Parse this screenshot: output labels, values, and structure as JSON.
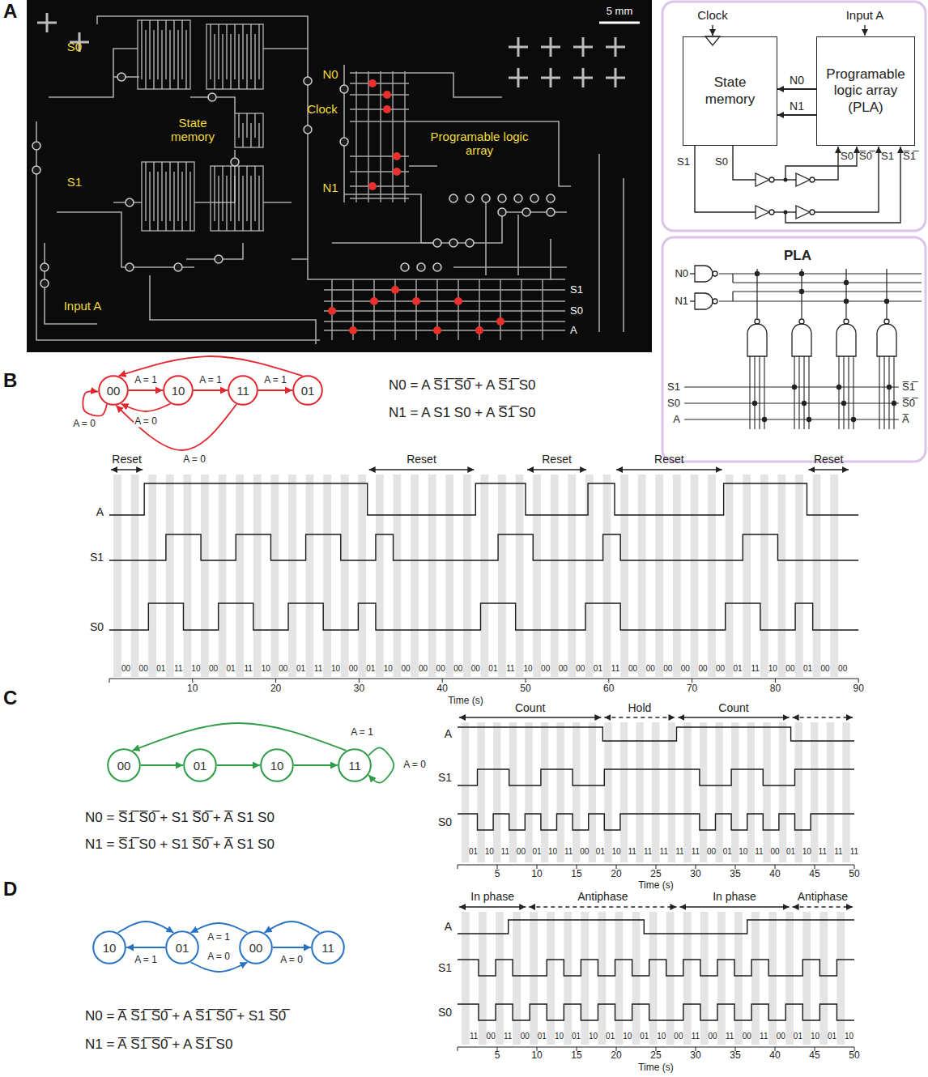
{
  "diagram": {
    "nodes": [
      {
        "text": [
          "State memory"
        ]
      },
      {
        "text": [
          "Programable logic array (PLA)"
        ]
      },
      {
        "text": [
          "00"
        ]
      },
      {
        "text": [
          "10"
        ]
      },
      {
        "text": [
          "11"
        ]
      },
      {
        "text": [
          "01"
        ]
      },
      {
        "text": [
          "00"
        ]
      },
      {
        "text": [
          "01"
        ]
      },
      {
        "text": [
          "10"
        ]
      },
      {
        "text": [
          "11"
        ]
      },
      {
        "text": [
          "10"
        ]
      },
      {
        "text": [
          "01"
        ]
      },
      {
        "text": [
          "00"
        ]
      },
      {
        "text": [
          "11"
        ]
      }
    ],
    "edges": [
      {
        "from": 1,
        "to": 0,
        "arrow": "to",
        "label": "N0"
      },
      {
        "from": 1,
        "to": 0,
        "arrow": "to",
        "label": "N1"
      },
      {
        "from": 2,
        "to": 2,
        "arrow": "to",
        "label": "A = 0"
      },
      {
        "from": 2,
        "to": 3,
        "arrow": "to",
        "label": "A = 1"
      },
      {
        "from": 3,
        "to": 4,
        "arrow": "to",
        "label": "A = 1"
      },
      {
        "from": 4,
        "to": 5,
        "arrow": "to",
        "label": "A = 1"
      },
      {
        "from": 5,
        "to": 2,
        "arrow": "to"
      },
      {
        "from": 3,
        "to": 2,
        "arrow": "to",
        "label": "A = 0"
      },
      {
        "from": 4,
        "to": 2,
        "arrow": "to",
        "label": "A = 0"
      },
      {
        "from": 6,
        "to": 7,
        "arrow": "to"
      },
      {
        "from": 7,
        "to": 8,
        "arrow": "to"
      },
      {
        "from": 8,
        "to": 9,
        "arrow": "to"
      },
      {
        "from": 9,
        "to": 6,
        "arrow": "to",
        "label": "A = 1"
      },
      {
        "from": 9,
        "to": 9,
        "arrow": "to",
        "label": "A = 0"
      },
      {
        "from": 11,
        "to": 10,
        "arrow": "to",
        "label": "A = 1"
      },
      {
        "from": 10,
        "to": 11,
        "arrow": "to"
      },
      {
        "from": 12,
        "to": 11,
        "arrow": "to",
        "label": "A = 1"
      },
      {
        "from": 11,
        "to": 12,
        "arrow": "to",
        "label": "A = 0"
      },
      {
        "from": 12,
        "to": 13,
        "arrow": "to",
        "label": "A = 0"
      },
      {
        "from": 13,
        "to": 12,
        "arrow": "to"
      }
    ],
    "labels": [
      "A",
      "5 mm",
      "S0",
      "State memory",
      "S1",
      "N0",
      "Clock",
      "N1",
      "Programable logic array",
      "Input A",
      "S1",
      "S0",
      "A",
      "Clock",
      "Input A",
      "S1",
      "S0",
      "S0",
      "S̅0̅",
      "S1",
      "S̅1̅",
      "PLA",
      "N0",
      "N1",
      "S1",
      "S0",
      "A",
      "S̅1̅",
      "S̅0̅",
      "A̅",
      "B",
      "N0 = A S̅1̅ S̅0̅ + A S̅1̅ S0",
      "N1 = A S1 S0 + A S̅1̅ S0",
      "Reset",
      "Reset",
      "Reset",
      "Reset",
      "Reset",
      "A",
      "S1",
      "S0",
      "10",
      "20",
      "30",
      "40",
      "50",
      "60",
      "70",
      "80",
      "90",
      "Time (s)",
      "00",
      "00",
      "01",
      "11",
      "10",
      "00",
      "01",
      "11",
      "10",
      "00",
      "01",
      "11",
      "10",
      "00",
      "01",
      "10",
      "00",
      "00",
      "00",
      "00",
      "00",
      "01",
      "11",
      "10",
      "00",
      "00",
      "00",
      "01",
      "11",
      "00",
      "00",
      "00",
      "00",
      "00",
      "00",
      "01",
      "11",
      "10",
      "00",
      "01",
      "00",
      "00",
      "C",
      "N0 = S̅1̅ S̅0̅ + S1 S̅0̅ + A̅ S1 S0",
      "N1 = S̅1̅ S0 + S1 S̅0̅ + A̅ S1 S0",
      "Count",
      "Hold",
      "Count",
      "A",
      "S1",
      "S0",
      "5",
      "10",
      "15",
      "20",
      "25",
      "30",
      "35",
      "40",
      "45",
      "50",
      "Time (s)",
      "01",
      "10",
      "11",
      "00",
      "01",
      "10",
      "11",
      "00",
      "01",
      "10",
      "11",
      "11",
      "11",
      "11",
      "11",
      "00",
      "01",
      "10",
      "11",
      "00",
      "01",
      "10",
      "11",
      "11",
      "11",
      "D",
      "N0 = A̅ S̅1̅ S̅0̅ + A S̅1̅ S̅0̅ + S1 S̅0̅",
      "N1 = A̅ S̅1̅ S̅0̅ + A S̅1̅ S0",
      "In phase",
      "Antiphase",
      "In phase",
      "Antiphase",
      "A",
      "S1",
      "S0",
      "5",
      "10",
      "15",
      "20",
      "25",
      "30",
      "35",
      "40",
      "45",
      "50",
      "Time (s)",
      "11",
      "00",
      "11",
      "00",
      "01",
      "10",
      "01",
      "10",
      "01",
      "10",
      "01",
      "10",
      "00",
      "11",
      "00",
      "11",
      "00",
      "11",
      "00",
      "01",
      "10",
      "01",
      "10"
    ]
  }
}
